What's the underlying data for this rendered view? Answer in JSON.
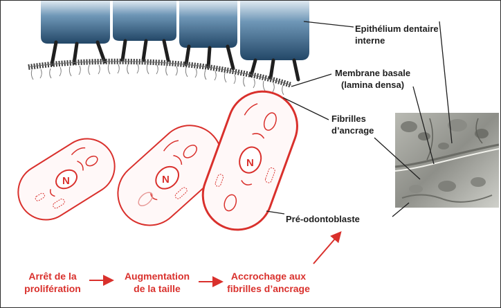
{
  "labels": {
    "epithelium": "Epithélium dentaire\ninterne",
    "membrane": "Membrane basale\n(lamina densa)",
    "fibrils": "Fibrilles\nd’ancrage",
    "preodontoblast": "Pré-odontoblaste",
    "nucleus": "N"
  },
  "steps": [
    "Arrêt de la\nprolifération",
    "Augmentation\nde la taille",
    "Accrochage aux\nfibrilles d’ancrage"
  ],
  "colors": {
    "cell": "#d9302c",
    "cell_fill": "#fff8f8",
    "epithelium_dark": "#1f3f5a",
    "epithelium_light": "#8fb2cb",
    "membrane": "#4a4a4a",
    "label": "#1e1e1e"
  }
}
